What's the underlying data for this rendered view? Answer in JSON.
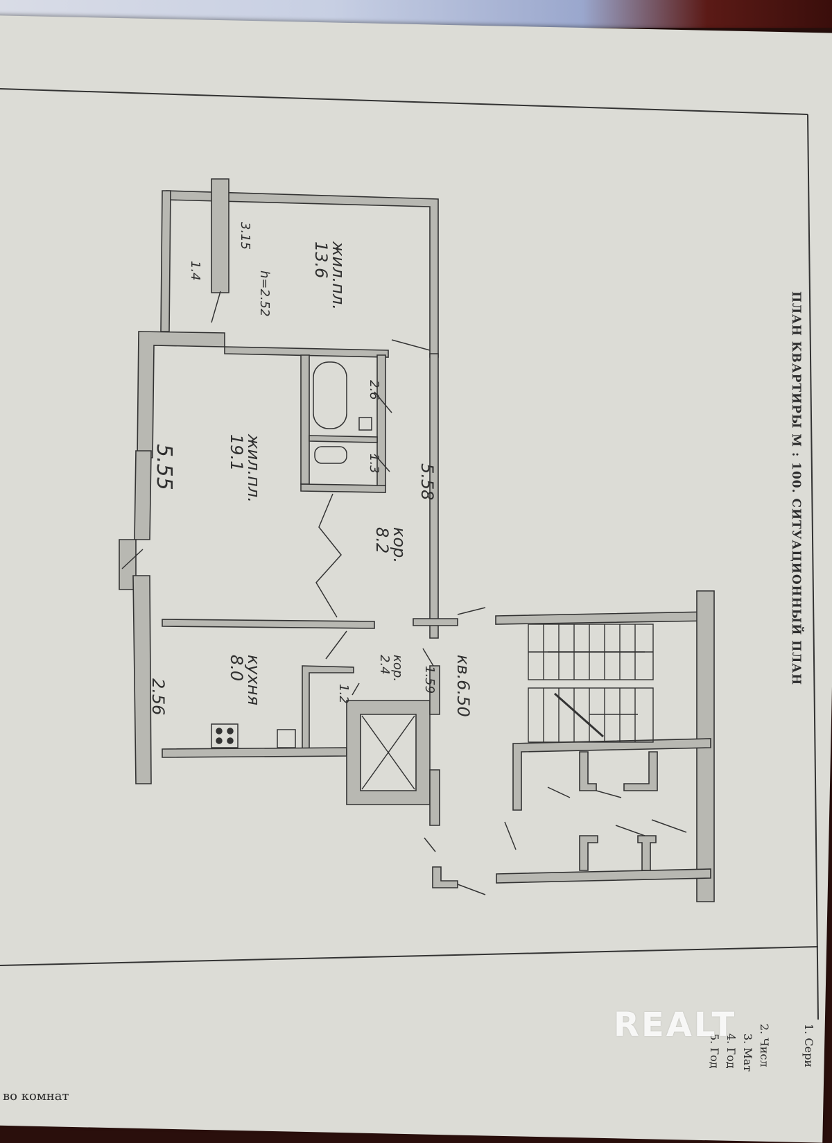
{
  "document": {
    "title": "ПЛАН КВАРТИРЫ М : 100. СИТУАЦИОННЫЙ ПЛАН",
    "watermark": "REALT",
    "bottom_text": "во комнат",
    "side_list": [
      "1. Сери",
      "2. Числ",
      "3. Мат",
      "4. Год",
      "5. Год"
    ]
  },
  "rooms": {
    "living_small": {
      "label": "жил.пл.",
      "area": "13.6"
    },
    "living_large": {
      "label": "жил.пл.",
      "area": "19.1"
    },
    "kitchen": {
      "label": "кухня",
      "area": "8.0"
    },
    "corridor_main": {
      "label": "кор.",
      "area": "8.2"
    },
    "corridor_small": {
      "label": "кор.",
      "area": "2.4"
    },
    "bath": {
      "area": "2.6"
    },
    "wc": {
      "area": "1.3"
    }
  },
  "dimensions": {
    "balcony_length": "3.15",
    "balcony_width": "1.4",
    "ceiling_height": "h=2.52",
    "living_large_width": "5.55",
    "corridor_length": "5.58",
    "kitchen_width": "2.56",
    "corridor_width": "1.59",
    "corridor_small_width": "1.2",
    "stair_dim": "кв.6.50"
  }
}
